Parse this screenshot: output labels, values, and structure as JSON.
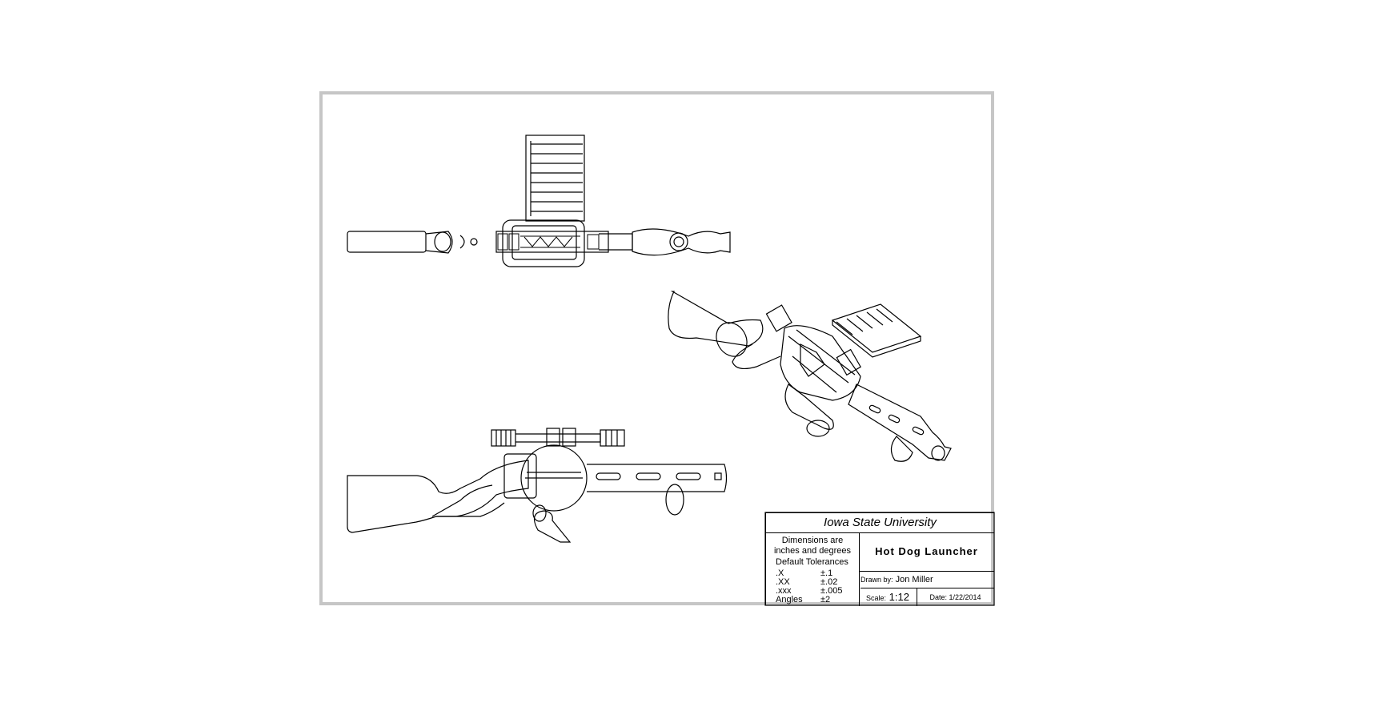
{
  "title_block": {
    "university": "Iowa State University",
    "dimensions_note_line1": "Dimensions are",
    "dimensions_note_line2": "inches and degrees",
    "default_tolerances_label": "Default Tolerances",
    "tolerances": [
      {
        "key": ".X",
        "value": "±.1"
      },
      {
        "key": ".XX",
        "value": "±.02"
      },
      {
        "key": ".xxx",
        "value": "±.005"
      },
      {
        "key": "Angles",
        "value": "±2"
      }
    ],
    "part_title": "Hot Dog Launcher",
    "drawn_by_label": "Drawn by:",
    "drawn_by_name": "Jon Miller",
    "scale_label": "Scale:",
    "scale_value": "1:12",
    "date_label": "Date:",
    "date_value": "1/22/2014"
  },
  "colors": {
    "line": "#000000",
    "frame": "#c6c6c6",
    "background": "#ffffff"
  }
}
